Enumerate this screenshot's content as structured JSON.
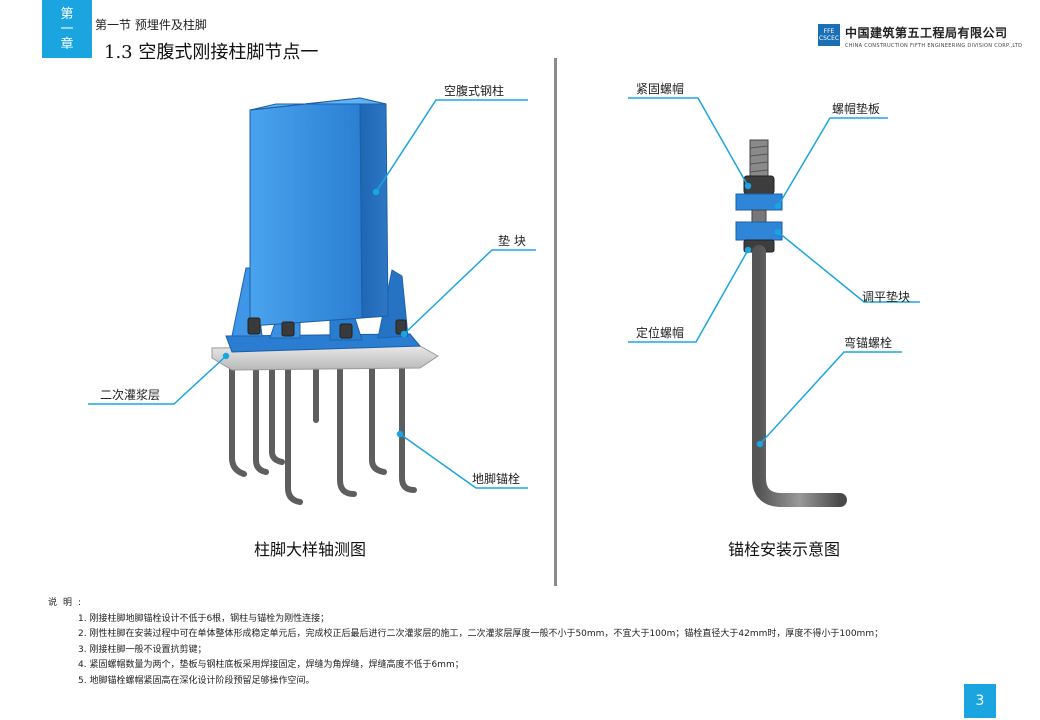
{
  "header": {
    "chapter_line1": "第",
    "chapter_line2": "一",
    "chapter_line3": "章",
    "section": "第一节  预埋件及柱脚",
    "subsection": "1.3 空腹式刚接柱脚节点一"
  },
  "logo": {
    "mark": "FFE CSCEC",
    "name_cn": "中国建筑第五工程局有限公司",
    "name_en": "CHINA CONSTRUCTION FIFTH ENGINEERING DIVISION CORP.,LTD"
  },
  "left_figure": {
    "caption": "柱脚大样轴测图",
    "labels": {
      "column": "空腹式钢柱",
      "shim": "垫  块",
      "grout": "二次灌浆层",
      "anchor": "地脚锚栓"
    }
  },
  "right_figure": {
    "caption": "锚栓安装示意图",
    "labels": {
      "lock_nut": "紧固螺帽",
      "washer_plate": "螺帽垫板",
      "position_nut": "定位螺帽",
      "leveling_block": "调平垫块",
      "hook_bolt": "弯锚螺栓"
    }
  },
  "notes": {
    "heading": "说明:",
    "items": [
      "1. 刚接柱脚地脚锚栓设计不低于6根，钢柱与锚栓为刚性连接；",
      "2. 刚性柱脚在安装过程中可在单体整体形成稳定单元后，完成校正后最后进行二次灌浆层的施工，二次灌浆层厚度一般不小于50mm，不宜大于100m；锚栓直径大于42mm时，厚度不得小于100mm；",
      "3. 刚接柱脚一般不设置抗剪键；",
      "4. 紧固螺帽数量为两个，垫板与钢柱底板采用焊接固定，焊缝为角焊缝，焊缝高度不低于6mm；",
      "5. 地脚锚栓螺帽紧固高在深化设计阶段预留足够操作空间。"
    ]
  },
  "page_number": "3",
  "colors": {
    "accent": "#1ba5e0",
    "steel_blue": "#2f86d8",
    "bolt_gray": "#6b6b6b",
    "leader_line": "#1ba5e0"
  }
}
